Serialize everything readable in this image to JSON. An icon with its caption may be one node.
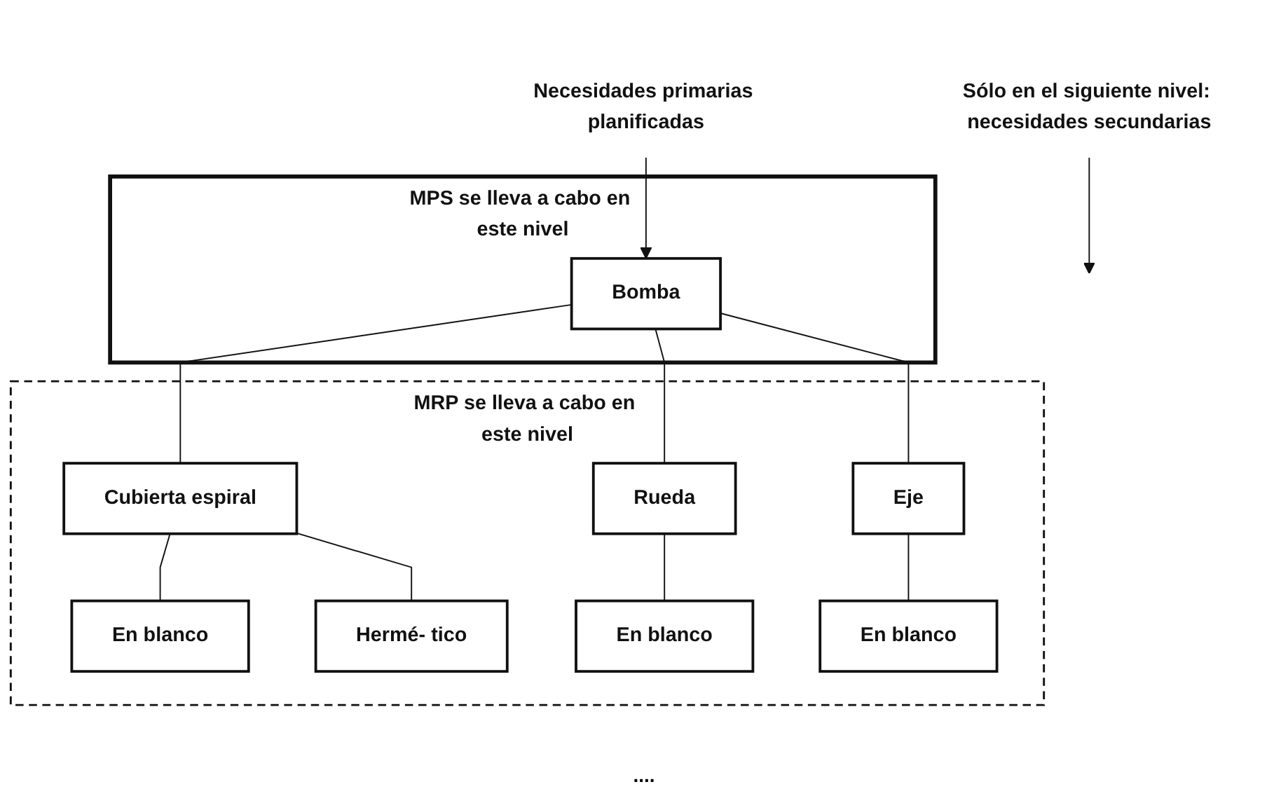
{
  "diagram": {
    "nodes": [
      {
        "text": [
          "Necesidades primarias planificadas"
        ]
      },
      {
        "text": [
          "Sólo en el siguiente nivel: necesidades secundarias"
        ]
      },
      {
        "text": [
          "MPS se lleva a cabo en este nivel"
        ]
      },
      {
        "text": [
          "Bomba"
        ],
        "in": 2
      },
      {
        "text": [
          "MRP se lleva a cabo en este nivel"
        ]
      },
      {
        "text": [
          "Cubierta espiral"
        ],
        "in": 4
      },
      {
        "text": [
          "Rueda"
        ],
        "in": 4
      },
      {
        "text": [
          "Eje"
        ],
        "in": 4
      },
      {
        "text": [
          "En blanco"
        ],
        "in": 4
      },
      {
        "text": [
          "Hermé- tico"
        ],
        "in": 4
      },
      {
        "text": [
          "En blanco"
        ],
        "in": 4
      },
      {
        "text": [
          "En blanco"
        ],
        "in": 4
      }
    ],
    "edges": [
      {
        "from": 0,
        "to": 3,
        "arrow": "to"
      },
      {
        "from": 1,
        "to": null,
        "arrow": "to"
      },
      {
        "from": 3,
        "to": 5,
        "arrow": "none"
      },
      {
        "from": 3,
        "to": 6,
        "arrow": "none"
      },
      {
        "from": 3,
        "to": 7,
        "arrow": "none"
      },
      {
        "from": 5,
        "to": 8,
        "arrow": "none"
      },
      {
        "from": 5,
        "to": 9,
        "arrow": "none"
      },
      {
        "from": 6,
        "to": 10,
        "arrow": "none"
      },
      {
        "from": 7,
        "to": 11,
        "arrow": "none"
      }
    ],
    "labels": [
      "...."
    ]
  }
}
